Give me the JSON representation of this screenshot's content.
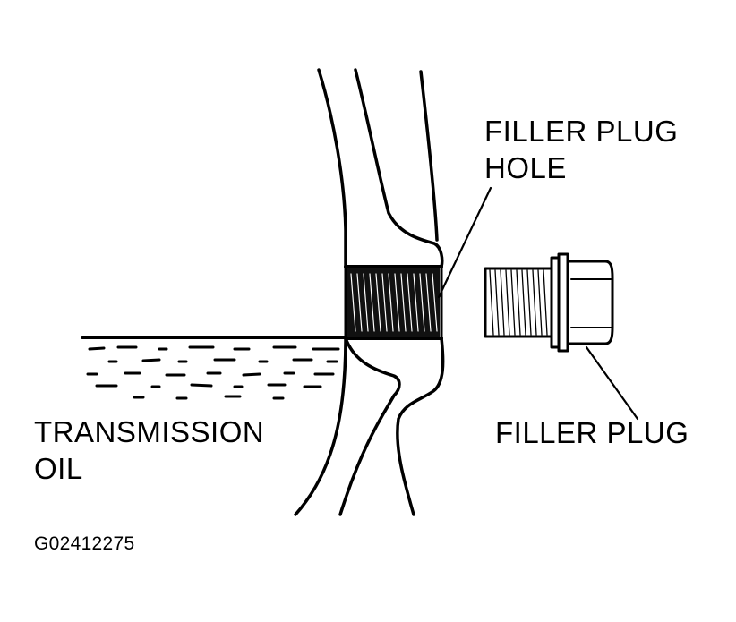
{
  "labels": {
    "filler_plug_hole": [
      "FILLER PLUG",
      "HOLE"
    ],
    "filler_plug": "FILLER PLUG",
    "transmission_oil": [
      "TRANSMISSION",
      "OIL"
    ],
    "figure_code": "G02412275"
  },
  "colors": {
    "ink": "#000000",
    "paper": "#ffffff"
  }
}
